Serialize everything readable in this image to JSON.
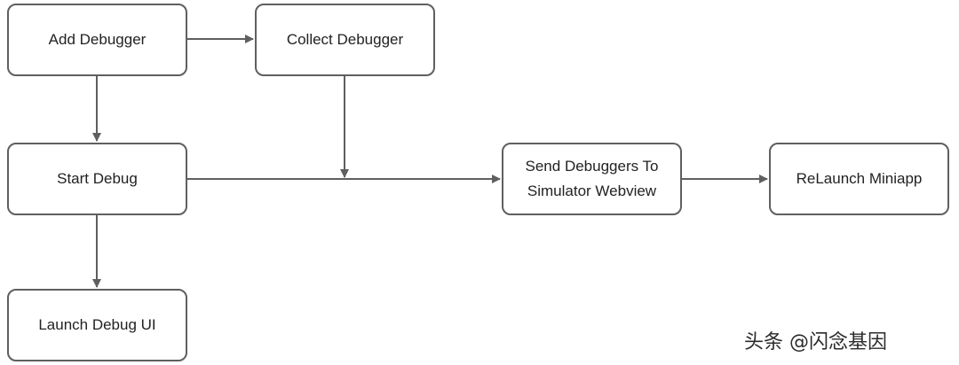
{
  "diagram": {
    "nodes": {
      "add_debugger": "Add Debugger",
      "collect_debugger": "Collect Debugger",
      "start_debug": "Start Debug",
      "send_debuggers_line1": "Send Debuggers To",
      "send_debuggers_line2": "Simulator Webview",
      "relaunch_miniapp": "ReLaunch Miniapp",
      "launch_debug_ui": "Launch Debug UI"
    },
    "edges": [
      {
        "from": "Add Debugger",
        "to": "Collect Debugger"
      },
      {
        "from": "Add Debugger",
        "to": "Start Debug"
      },
      {
        "from": "Start Debug",
        "to": "Launch Debug UI"
      },
      {
        "from": "Start Debug",
        "to": "Send Debuggers To Simulator Webview"
      },
      {
        "from": "Collect Debugger",
        "to": "Start Debug → Send Debuggers To Simulator Webview"
      },
      {
        "from": "Send Debuggers To Simulator Webview",
        "to": "ReLaunch Miniapp"
      }
    ],
    "colors": {
      "stroke": "#5f5f5f",
      "text": "#222222",
      "background": "#ffffff"
    }
  },
  "watermark": {
    "text": "头条 @闪念基因"
  }
}
